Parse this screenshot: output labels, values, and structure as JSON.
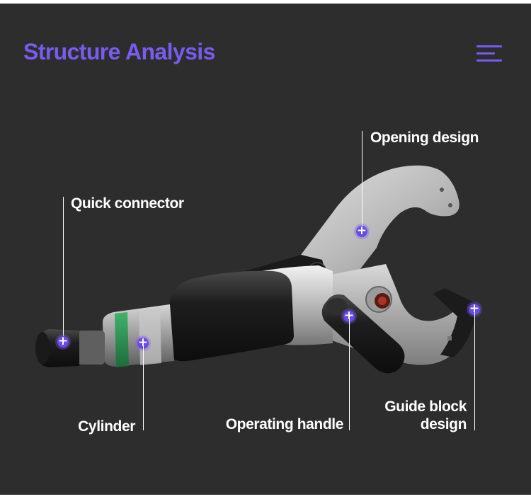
{
  "page": {
    "title": "Structure Analysis",
    "accent_color": "#7a5bf0",
    "background_color": "#2d2d2d"
  },
  "header": {
    "menu_icon": "menu-icon"
  },
  "product": {
    "icon": "hydraulic-cable-cutter-icon"
  },
  "callouts": [
    {
      "id": "opening-design",
      "label": "Opening design"
    },
    {
      "id": "quick-connector",
      "label": "Quick connector"
    },
    {
      "id": "cylinder",
      "label": "Cylinder"
    },
    {
      "id": "operating-handle",
      "label": "Operating handle"
    },
    {
      "id": "guide-block-design",
      "label_line1": "Guide block",
      "label_line2": "design"
    }
  ]
}
